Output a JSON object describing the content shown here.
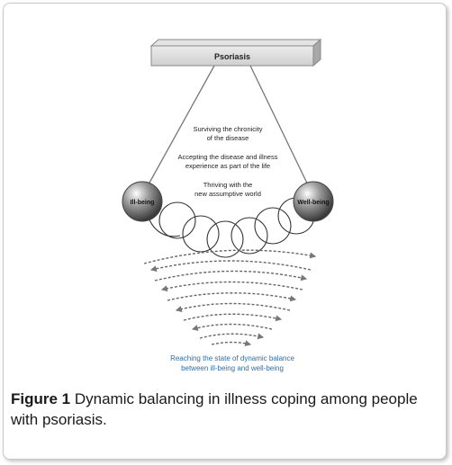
{
  "figure": {
    "bar_label": "Psoriasis",
    "stage_1_line_1": "Surviving the chronicity",
    "stage_1_line_2": "of the disease",
    "stage_2_line_1": "Accepting the disease and illness",
    "stage_2_line_2": "experience as part of the life",
    "stage_3_line_1": "Thriving with the",
    "stage_3_line_2": "new assumptive world",
    "left_ball_label": "Ill-being",
    "right_ball_label": "Well-being",
    "bottom_line_1": "Reaching the state of dynamic balance",
    "bottom_line_2": "between ill-being and well-being",
    "accent_color": "#2e6da4"
  },
  "caption": {
    "label": "Figure 1",
    "text": " Dynamic balancing in illness coping among people with psoriasis."
  }
}
